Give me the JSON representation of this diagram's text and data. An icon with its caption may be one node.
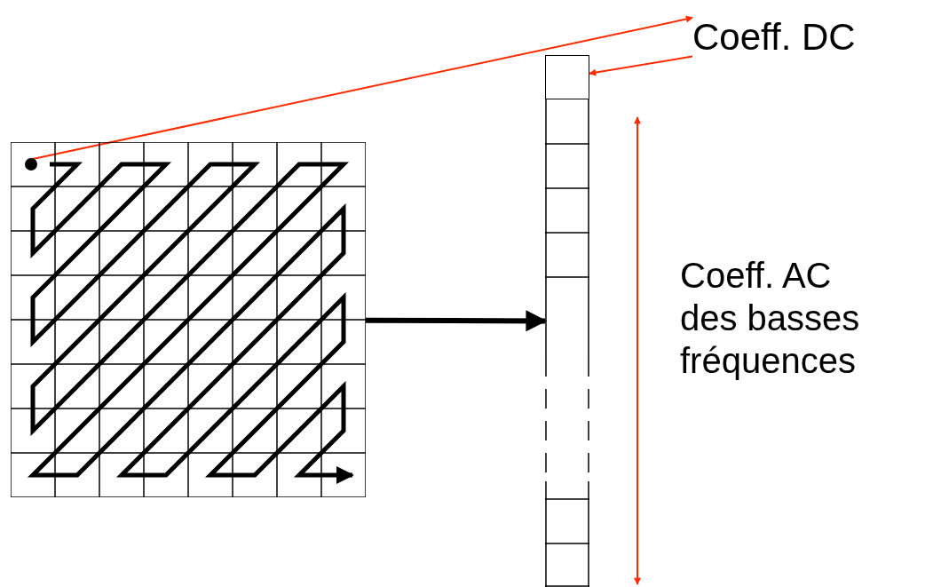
{
  "diagram": {
    "nodes": [
      {
        "text": [],
        "shape": "picture"
      },
      {
        "text": [],
        "shape": "circle",
        "in": 0
      },
      {
        "text": [],
        "shape": "bar"
      },
      {
        "text": [],
        "shape": "box",
        "in": 2
      },
      {
        "text": [
          "Coeff. DC"
        ]
      }
    ],
    "edges": [
      {
        "from": 0,
        "to": 2,
        "arrow": "to",
        "style": "thick",
        "color": "#000000"
      },
      {
        "from": 1,
        "to": 4,
        "arrow": "to"
      },
      {
        "from": 4,
        "to": 3,
        "arrow": "to"
      }
    ],
    "labels": [
      "Coeff. AC des basses fréquences"
    ]
  }
}
